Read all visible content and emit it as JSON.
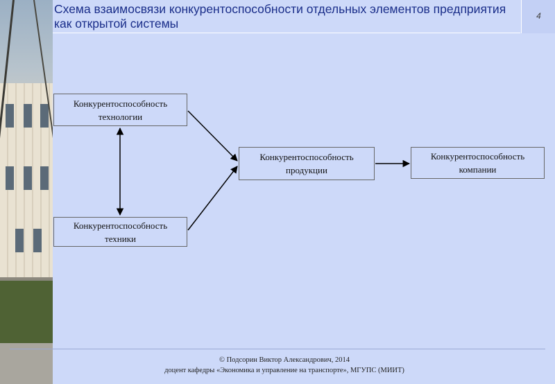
{
  "title": "Схема взаимосвязи конкурентоспособности отдельных элементов предприятия как открытой системы",
  "page_number": "4",
  "nodes": {
    "technology": {
      "line1": "Конкурентоспособность",
      "line2": "технологии"
    },
    "equipment": {
      "line1": "Конкурентоспособность",
      "line2": "техники"
    },
    "product": {
      "line1": "Конкурентоспособность",
      "line2": "продукции"
    },
    "company": {
      "line1": "Конкурентоспособность",
      "line2": "компании"
    }
  },
  "edges": [
    {
      "from": "technology",
      "to": "equipment",
      "type": "bidirectional"
    },
    {
      "from": "technology",
      "to": "product",
      "type": "directed"
    },
    {
      "from": "equipment",
      "to": "product",
      "type": "directed"
    },
    {
      "from": "product",
      "to": "company",
      "type": "directed"
    }
  ],
  "footer": {
    "line1": "© Подсорин Виктор Александрович, 2014",
    "line2": "доцент кафедры «Экономика и управление на транспорте», МГУПС (МИИТ)"
  },
  "colors": {
    "slide_background": "#cdd9f9",
    "title_text": "#1a2e8a",
    "box_border": "#666666"
  }
}
